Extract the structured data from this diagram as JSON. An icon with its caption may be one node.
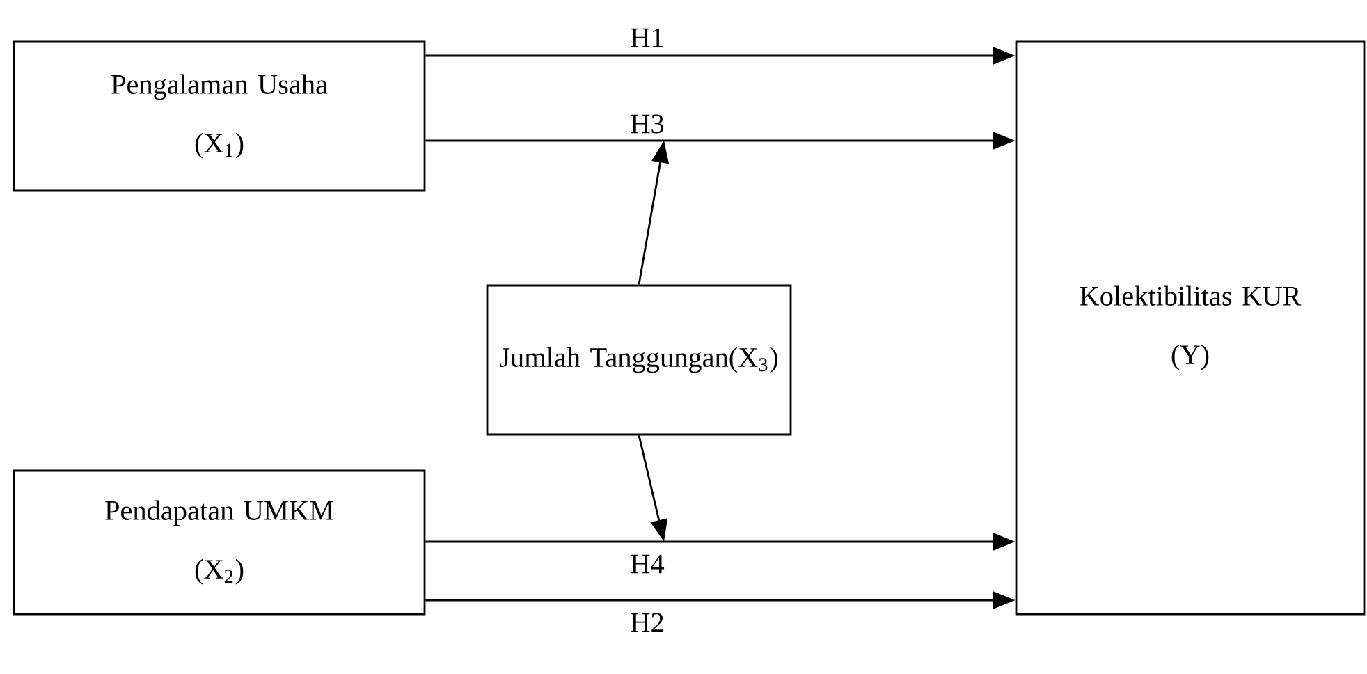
{
  "diagram": {
    "nodes": [
      {
        "text": [
          "Pengalaman Usaha",
          "(X$_{1}$)"
        ]
      },
      {
        "text": [
          "Jumlah Tanggungan(X$_{3}$)"
        ]
      },
      {
        "text": [
          "Pendapatan UMKM",
          "(X$_{2}$)"
        ]
      },
      {
        "text": [
          "Kolektibilitas KUR",
          "(Y)"
        ]
      }
    ],
    "edges": [
      {
        "from": 0,
        "to": 3,
        "arrow": "to",
        "label": "H1"
      },
      {
        "from": 0,
        "to": 3,
        "arrow": "to",
        "label": "H3"
      },
      {
        "from": 1,
        "to": null,
        "arrow": "to"
      },
      {
        "from": 1,
        "to": null,
        "arrow": "to"
      },
      {
        "from": 2,
        "to": 3,
        "arrow": "to",
        "label": "H4"
      },
      {
        "from": 2,
        "to": 3,
        "arrow": "to",
        "label": "H2"
      }
    ]
  }
}
